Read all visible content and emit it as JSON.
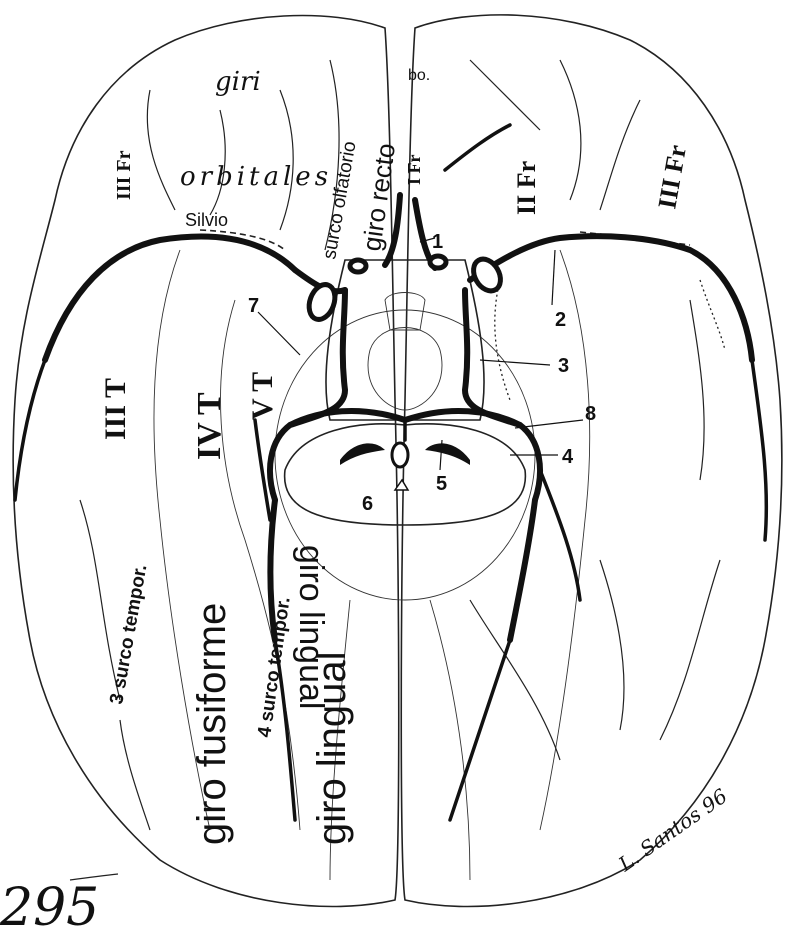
{
  "labels": {
    "giri": "giri",
    "orbitales": "orbitales",
    "silvio": "Silvio",
    "surco_olfatorio": "surco olfatorio",
    "giro_recto": "giro recto",
    "bo": "bo.",
    "i_fr": "I Fr",
    "ii_fr": "II Fr",
    "iii_fr_left": "III Fr",
    "iii_fr_right": "III Fr",
    "iii_t": "III T",
    "iv_t": "IV T",
    "v_t": "V T",
    "surco_tempor_3": "3 surco tempor.",
    "surco_tempor_4": "4 surco tempor.",
    "giro_fusiforme": "giro fusiforme",
    "giro_lingual_upper": "giro lingual",
    "giro_lingual_lower": "giro lingual"
  },
  "numbers": [
    "1",
    "2",
    "3",
    "4",
    "5",
    "6",
    "7",
    "8"
  ],
  "signature": "L. Santos 96",
  "page_number": "295"
}
